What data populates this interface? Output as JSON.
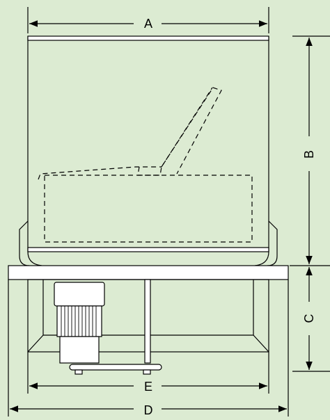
{
  "diagram": {
    "background": "#dcebd2",
    "line_color": "#000000",
    "fill_light": "#ffffff",
    "dimension_labels": {
      "a": "A",
      "b": "B",
      "c": "C",
      "d": "D",
      "e": "E"
    }
  }
}
